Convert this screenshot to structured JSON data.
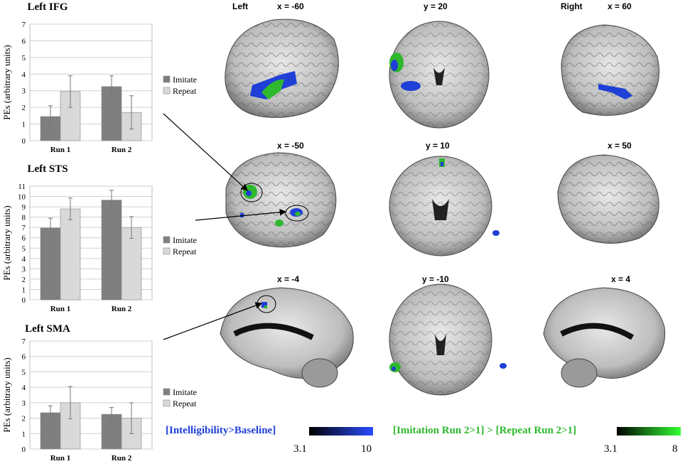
{
  "colors": {
    "imitate": "#7f7f7f",
    "repeat": "#d9d9d9",
    "intelligibility": "#1f3fd6",
    "imitation_contrast": "#2eb82e"
  },
  "chart_data": [
    {
      "type": "bar",
      "title": "Left IFG",
      "categories": [
        "Run 1",
        "Run 2"
      ],
      "series": [
        {
          "name": "Imitate",
          "values": [
            1.45,
            3.25
          ],
          "error": [
            0.65,
            0.65
          ]
        },
        {
          "name": "Repeat",
          "values": [
            2.95,
            1.7
          ],
          "error": [
            0.95,
            1.0
          ]
        }
      ],
      "ylabel": "PEs (arbitrary units)",
      "ylim": [
        0,
        7
      ],
      "yticks": [
        "0",
        "1",
        "2",
        "3",
        "4",
        "5",
        "6",
        "7"
      ],
      "grid": true,
      "legend_position": "right"
    },
    {
      "type": "bar",
      "title": "Left STS",
      "categories": [
        "Run 1",
        "Run 2"
      ],
      "series": [
        {
          "name": "Imitate",
          "values": [
            6.95,
            9.65
          ],
          "error": [
            0.95,
            0.95
          ]
        },
        {
          "name": "Repeat",
          "values": [
            8.8,
            7.0
          ],
          "error": [
            1.05,
            1.05
          ]
        }
      ],
      "ylabel": "PEs (arbitrary units)",
      "ylim": [
        0,
        11
      ],
      "yticks": [
        "0",
        "1",
        "2",
        "3",
        "4",
        "5",
        "6",
        "7",
        "8",
        "9",
        "10",
        "11"
      ],
      "grid": true,
      "legend_position": "right"
    },
    {
      "type": "bar",
      "title": "Left SMA",
      "categories": [
        "Run 1",
        "Run 2"
      ],
      "series": [
        {
          "name": "Imitate",
          "values": [
            2.35,
            2.25
          ],
          "error": [
            0.45,
            0.45
          ]
        },
        {
          "name": "Repeat",
          "values": [
            3.0,
            2.0
          ],
          "error": [
            1.05,
            1.0
          ]
        }
      ],
      "ylabel": "PEs (arbitrary units)",
      "ylim": [
        0,
        7
      ],
      "yticks": [
        "0",
        "1",
        "2",
        "3",
        "4",
        "5",
        "6",
        "7"
      ],
      "grid": true,
      "legend_position": "right"
    }
  ],
  "brain_panels": {
    "hemisphere_left": "Left",
    "hemisphere_right": "Right",
    "row1": [
      "x = -60",
      "y = 20",
      "x = 60"
    ],
    "row2": [
      "x = -50",
      "y = 10",
      "x = 50"
    ],
    "row3": [
      "x = -4",
      "y = -10",
      "x = 4"
    ]
  },
  "color_scales": {
    "intelligibility": {
      "label": "[Intelligibility>Baseline]",
      "min": "3.1",
      "max": "10"
    },
    "imitation": {
      "label": "[Imitation Run 2>1] > [Repeat Run 2>1]",
      "min": "3.1",
      "max": "8"
    }
  }
}
